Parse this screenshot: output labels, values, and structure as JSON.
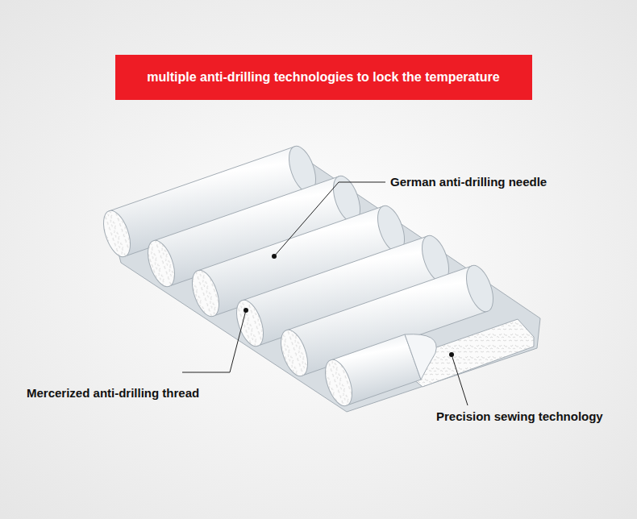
{
  "diagram": {
    "title": "multiple anti-drilling technologies to lock the temperature",
    "labels": [
      "German anti-drilling needle",
      "Mercerized anti-drilling thread",
      "Precision sewing technology"
    ]
  }
}
